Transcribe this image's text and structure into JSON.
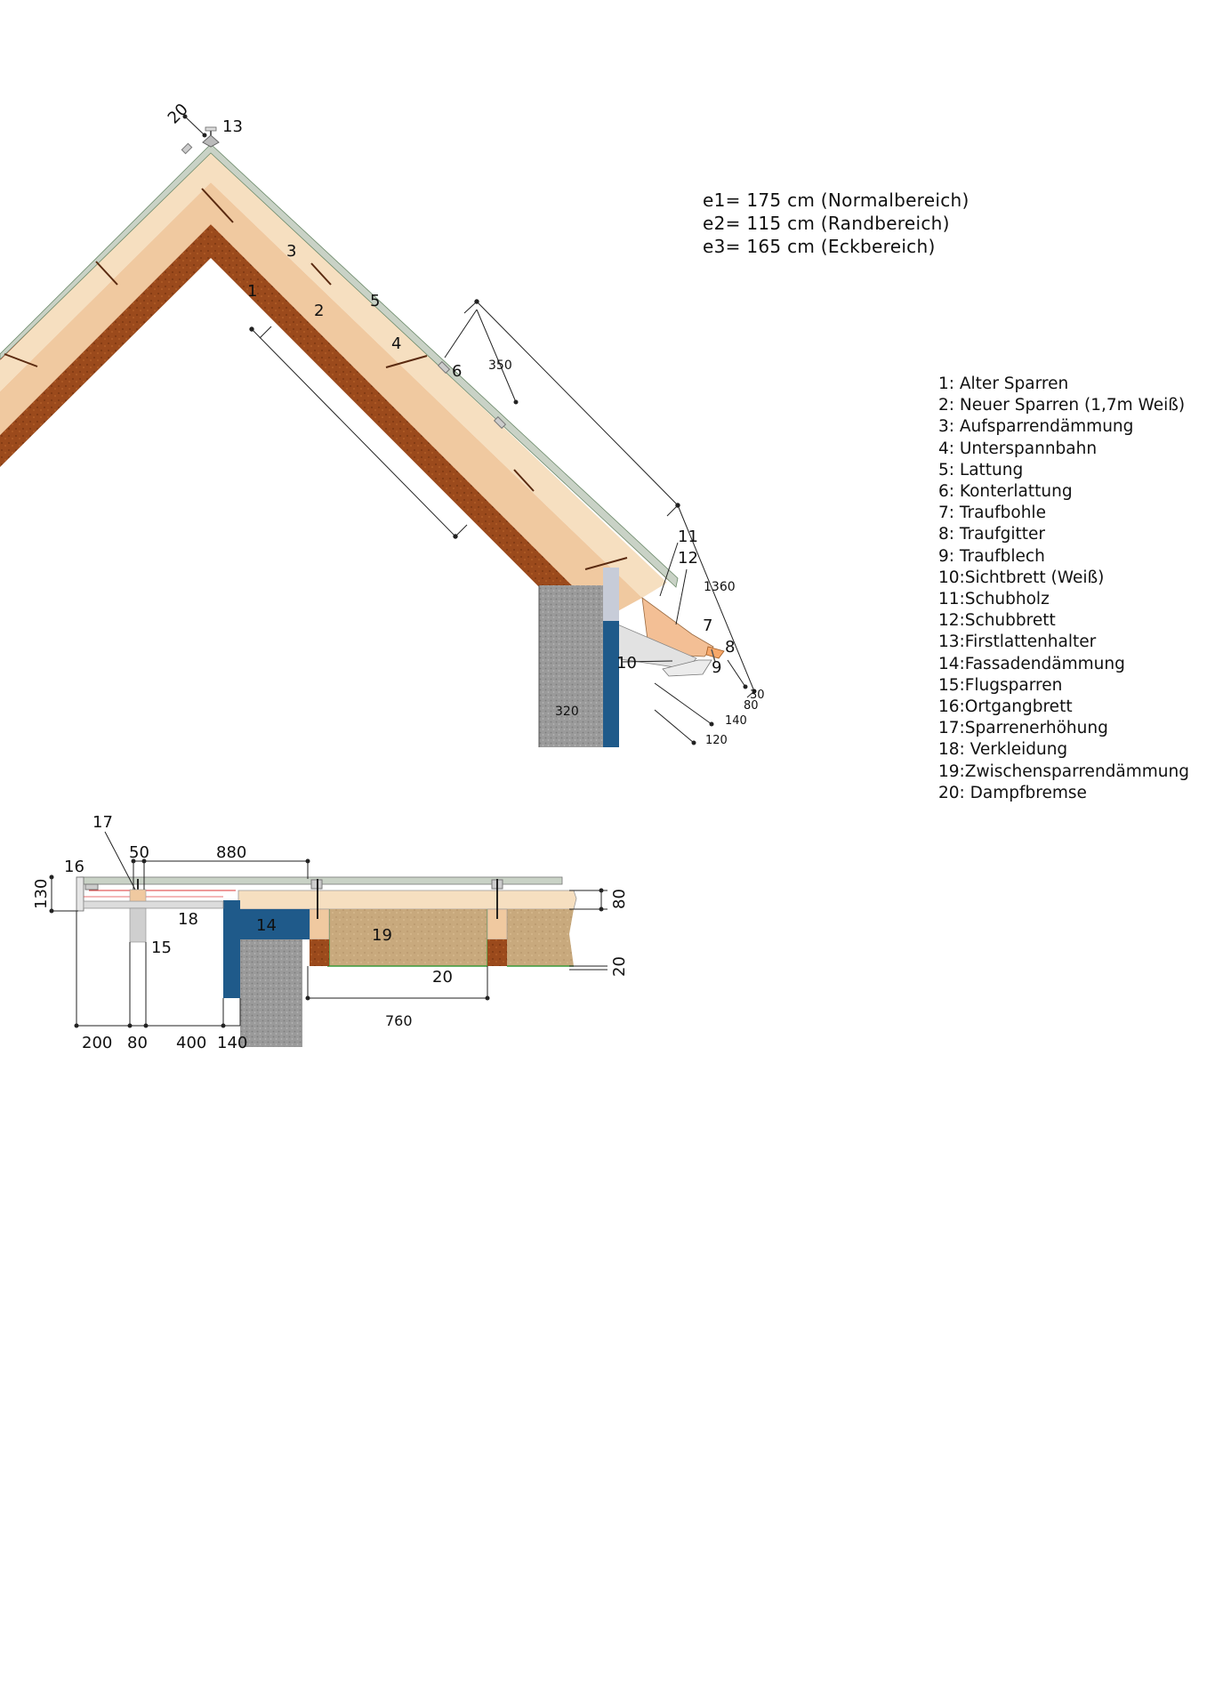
{
  "notes": {
    "e1": "e1= 175 cm (Normalbereich)",
    "e2": "e2= 115 cm (Randbereich)",
    "e3": "e3= 165 cm (Eckbereich)"
  },
  "legend": [
    "1: Alter  Sparren",
    "2: Neuer Sparren (1,7m Weiß)",
    "3: Aufsparrendämmung",
    "4: Unterspannbahn",
    "5: Lattung",
    "6: Konterlattung",
    "7: Traufbohle",
    "8: Traufgitter",
    "9: Traufblech",
    "10:Sichtbrett (Weiß)",
    "11:Schubholz",
    "12:Schubbrett",
    "13:Firstlattenhalter",
    "14:Fassadendämmung",
    "15:Flugsparren",
    "16:Ortgangbrett",
    "17:Sparrenerhöhung",
    "18: Verkleidung",
    "19:Zwischensparrendämmung",
    "20: Dampfbremse"
  ],
  "section": {
    "labels": [
      "1",
      "2",
      "3",
      "4",
      "5",
      "6",
      "7",
      "8",
      "9",
      "10",
      "11",
      "12",
      "13"
    ],
    "dims": {
      "ridge": "20",
      "counter": "350",
      "slope": "1360",
      "wall": "320",
      "d30": "30",
      "d80": "80",
      "d140": "140",
      "d120": "120"
    }
  },
  "plan": {
    "labels": [
      "14",
      "15",
      "16",
      "17",
      "18",
      "19",
      "20"
    ],
    "dims": {
      "top50": "50",
      "top880": "880",
      "left130": "130",
      "right80": "80",
      "right20": "20",
      "mid760": "760",
      "b200": "200",
      "b80": "80",
      "b400": "400",
      "b140": "140"
    }
  },
  "colors": {
    "old_rafter": "#9b4a1c",
    "new_rafter": "#f0c9a0",
    "insulation": "#f6dfc0",
    "facade_insulation": "#1f5a8a",
    "masonry": "#9a9a9a",
    "cladding": "#c9d2c6"
  }
}
